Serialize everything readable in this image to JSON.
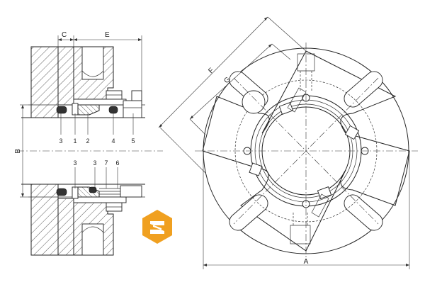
{
  "labels": {
    "dim_c": "C",
    "dim_e": "E",
    "dim_b": "B",
    "dim_a": "A",
    "dim_f": "F",
    "dim_g": "G",
    "part_1": "1",
    "part_2": "2",
    "part_3": "3",
    "part_4": "4",
    "part_5": "5",
    "part_6": "6",
    "part_7": "7"
  },
  "logo": {
    "color": "#F0A020"
  }
}
